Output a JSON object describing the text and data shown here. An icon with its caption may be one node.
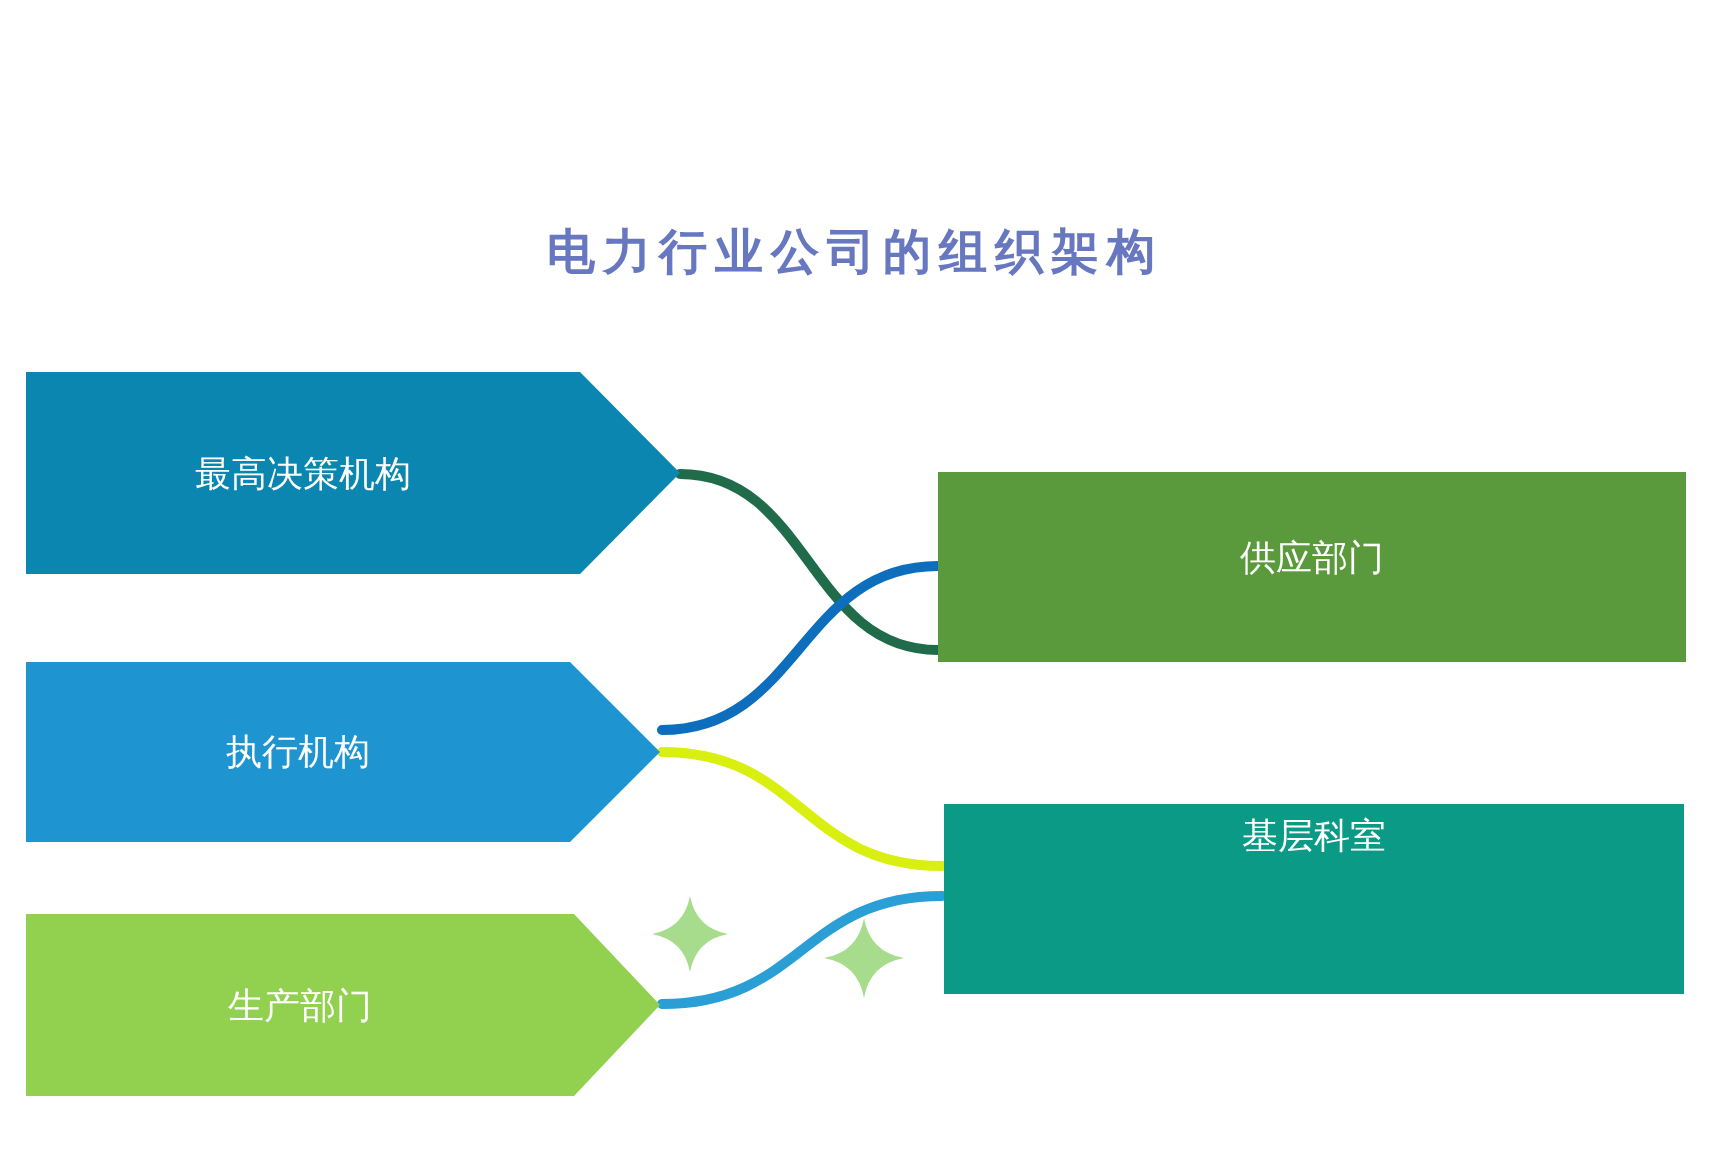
{
  "diagram": {
    "title": "电力行业公司的组织架构",
    "nodes": [
      {
        "text": [
          "最高决策机构"
        ]
      },
      {
        "text": [
          "执行机构"
        ]
      },
      {
        "text": [
          "生产部门"
        ]
      },
      {
        "text": [
          "供应部门"
        ]
      },
      {
        "text": [
          "基层科室"
        ]
      }
    ],
    "edges": [
      {
        "from": 0,
        "to": 3,
        "arrow": "none",
        "color": "#1f6b4a"
      },
      {
        "from": 1,
        "to": 3,
        "arrow": "none",
        "color": "#0c6ebd"
      },
      {
        "from": 1,
        "to": 4,
        "arrow": "none",
        "color": "#d8ef10"
      },
      {
        "from": 2,
        "to": 4,
        "arrow": "none",
        "color": "#2a9fd6"
      }
    ]
  }
}
